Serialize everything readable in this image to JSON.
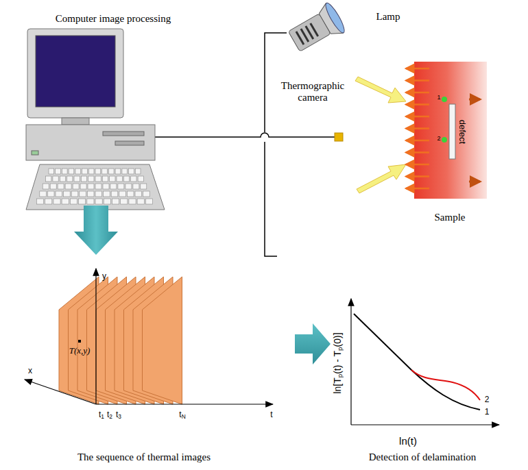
{
  "diagram": {
    "labels": [
      "Computer image processing",
      "Lamp",
      "Thermographic camera",
      "1",
      "2",
      "defect",
      "Sample",
      "y",
      "x",
      "T(x,y)",
      "t1",
      "t2",
      "t3",
      "tN",
      "t",
      "ln[Tp(t) - Tp(0)]",
      "ln(t)",
      "1",
      "2",
      "The sequence of thermal images",
      "Detection of delamination"
    ]
  }
}
